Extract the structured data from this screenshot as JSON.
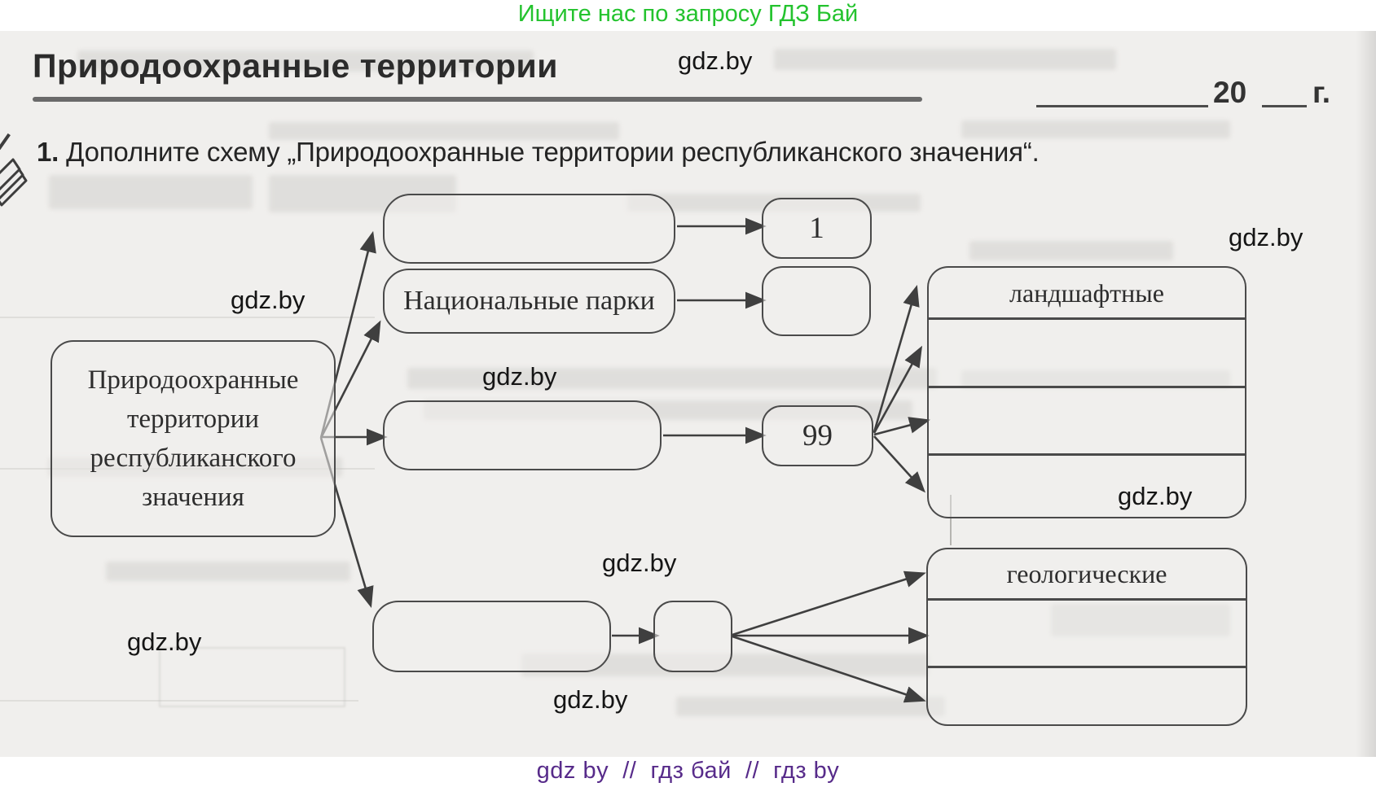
{
  "colors": {
    "promo_green": "#24c32e",
    "footer_purple": "#572b8a",
    "paper": "#f0efed",
    "ink_line": "#4a4a4a"
  },
  "header": {
    "promo": "Ищите нас по запросу ГДЗ Бай",
    "title": "Природоохранные территории",
    "year_prefix": "20",
    "year_suffix": "г."
  },
  "task": {
    "number": "1.",
    "text": " Дополните схему „Природоохранные территории республиканского значения“."
  },
  "diagram": {
    "root_label": "Природоохранные территории республиканского значения",
    "branch_labels": {
      "national_parks": "Национальные парки"
    },
    "values": {
      "top_count": "1",
      "middle_count": "99"
    },
    "right_top_label": "ландшафтные",
    "right_bottom_label": "геологические"
  },
  "watermark": {
    "text": "gdz.by"
  },
  "footer": {
    "text": "gdz by  //  гдз бай  //  гдз by"
  }
}
